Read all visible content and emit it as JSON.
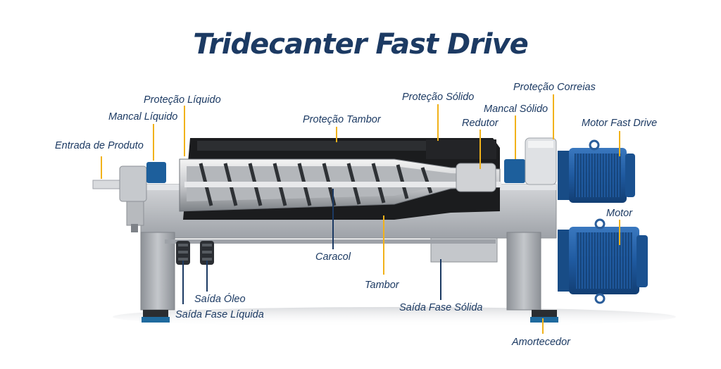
{
  "title": "Tridecanter Fast Drive",
  "colors": {
    "title": "#1c3a63",
    "label_text": "#1c3a63",
    "leader_yellow": "#f1b21a",
    "leader_navy": "#1c3a63",
    "frame": "#b9bcc1",
    "motor_blue": "#1f5aa0",
    "bearing_blue": "#1d5f9c"
  },
  "labels": {
    "protecao_liquido": "Proteção Líquido",
    "mancal_liquido": "Mancal Líquido",
    "entrada_produto": "Entrada de Produto",
    "protecao_tambor": "Proteção Tambor",
    "protecao_solido": "Proteção Sólido",
    "protecao_correias": "Proteção Correias",
    "mancal_solido": "Mancal Sólido",
    "redutor": "Redutor",
    "motor_fast_drive": "Motor Fast Drive",
    "motor": "Motor",
    "caracol": "Caracol",
    "tambor": "Tambor",
    "saida_oleo": "Saída Óleo",
    "saida_fase_liquida": "Saída Fase Líquida",
    "saida_fase_solida": "Saída Fase Sólida",
    "amortecedor": "Amortecedor"
  }
}
